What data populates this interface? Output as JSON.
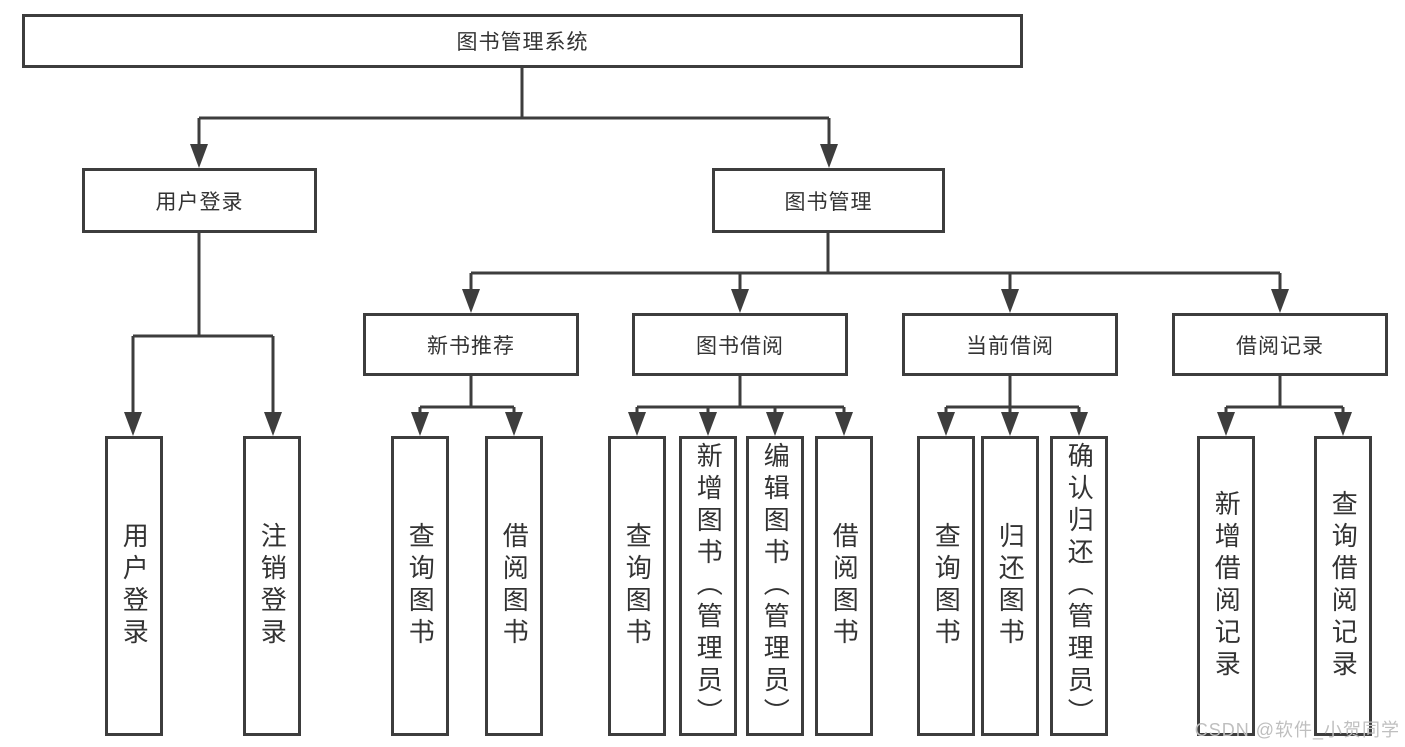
{
  "diagram_type": "hierarchy-flowchart",
  "colors": {
    "line": "#3d3d3d",
    "box_border": "#3d3d3d",
    "box_fill": "#ffffff",
    "text": "#333333",
    "background": "#ffffff",
    "watermark": "#bfbfbf"
  },
  "tree": {
    "root": {
      "label": "图书管理系统",
      "children": [
        {
          "label": "用户登录",
          "children": [
            {
              "label": "用户登录"
            },
            {
              "label": "注销登录"
            }
          ]
        },
        {
          "label": "图书管理",
          "children": [
            {
              "label": "新书推荐",
              "children": [
                {
                  "label": "查询图书"
                },
                {
                  "label": "借阅图书"
                }
              ]
            },
            {
              "label": "图书借阅",
              "children": [
                {
                  "label": "查询图书"
                },
                {
                  "label": "新增图书（管理员）"
                },
                {
                  "label": "编辑图书（管理员）"
                },
                {
                  "label": "借阅图书"
                }
              ]
            },
            {
              "label": "当前借阅",
              "children": [
                {
                  "label": "查询图书"
                },
                {
                  "label": "归还图书"
                },
                {
                  "label": "确认归还（管理员）"
                }
              ]
            },
            {
              "label": "借阅记录",
              "children": [
                {
                  "label": "新增借阅记录"
                },
                {
                  "label": "查询借阅记录"
                }
              ]
            }
          ]
        }
      ]
    }
  },
  "watermark": {
    "text": "CSDN @软件_小贺同学"
  }
}
